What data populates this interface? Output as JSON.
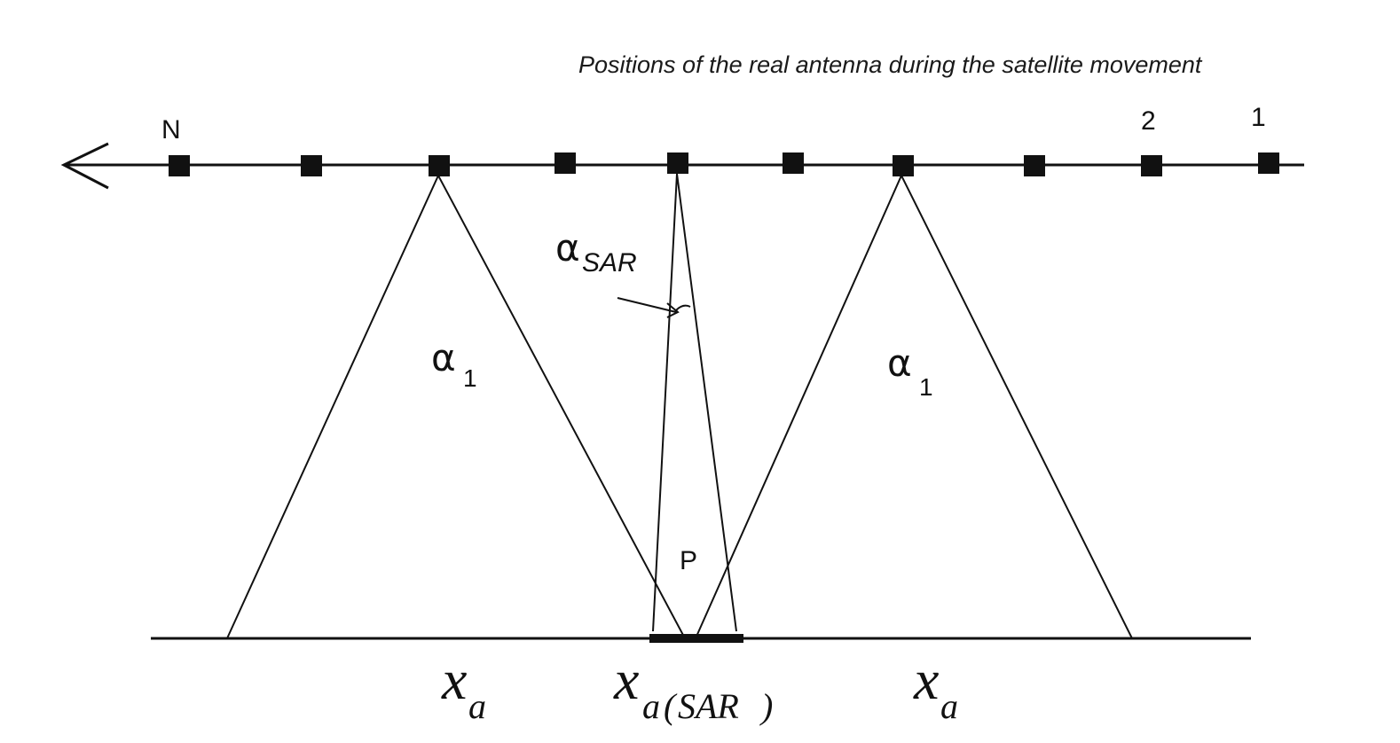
{
  "caption": "Positions of the real antenna during the satellite movement",
  "position_labels": {
    "last": "N",
    "second": "2",
    "first": "1"
  },
  "angles": {
    "alpha_symbol": "α",
    "real_subscript": "1",
    "sar_subscript": "SAR"
  },
  "point_label": "P",
  "footprints": {
    "x_symbol": "x",
    "a_subscript": "a",
    "sar_paren_open": "(",
    "sar_text": "SAR",
    "sar_paren_close": ")"
  }
}
